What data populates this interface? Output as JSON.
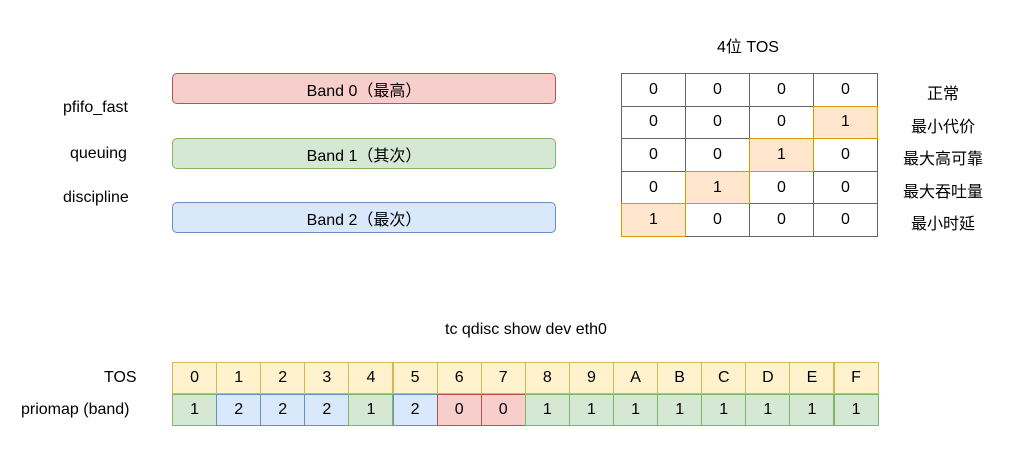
{
  "bands_section": {
    "qdisc_lines": [
      "pfifo_fast",
      "queuing",
      "discipline"
    ],
    "bands": [
      {
        "label": "Band 0（最高）",
        "fill": "#f8cecc",
        "stroke": "#b85450"
      },
      {
        "label": "Band 1（其次）",
        "fill": "#d5e8d4",
        "stroke": "#82b366"
      },
      {
        "label": "Band 2（最次）",
        "fill": "#dae8fc",
        "stroke": "#6c8ebf"
      }
    ]
  },
  "tos_table": {
    "title": "4位 TOS",
    "rows": [
      {
        "bits": [
          "0",
          "0",
          "0",
          "0"
        ],
        "label": "正常"
      },
      {
        "bits": [
          "0",
          "0",
          "0",
          "1"
        ],
        "label": "最小代价"
      },
      {
        "bits": [
          "0",
          "0",
          "1",
          "0"
        ],
        "label": "最大高可靠"
      },
      {
        "bits": [
          "0",
          "1",
          "0",
          "0"
        ],
        "label": "最大吞吐量"
      },
      {
        "bits": [
          "1",
          "0",
          "0",
          "0"
        ],
        "label": "最小时延"
      }
    ]
  },
  "priomap": {
    "command": "tc qdisc show dev eth0",
    "tos_row_label": "TOS",
    "band_row_label": "priomap (band)",
    "tos_values": [
      "0",
      "1",
      "2",
      "3",
      "4",
      "5",
      "6",
      "7",
      "8",
      "9",
      "A",
      "B",
      "C",
      "D",
      "E",
      "F"
    ],
    "band_values": [
      "1",
      "2",
      "2",
      "2",
      "1",
      "2",
      "0",
      "0",
      "1",
      "1",
      "1",
      "1",
      "1",
      "1",
      "1",
      "1"
    ]
  },
  "colors": {
    "band0_fill": "#f8cecc",
    "band0_stroke": "#b85450",
    "band1_fill": "#d5e8d4",
    "band1_stroke": "#82b366",
    "band2_fill": "#dae8fc",
    "band2_stroke": "#6c8ebf",
    "highlight_fill": "#ffe6cc",
    "highlight_stroke": "#d79b00",
    "tos_fill": "#fff2cc",
    "tos_stroke": "#d6b656",
    "grid_stroke": "#666666"
  }
}
